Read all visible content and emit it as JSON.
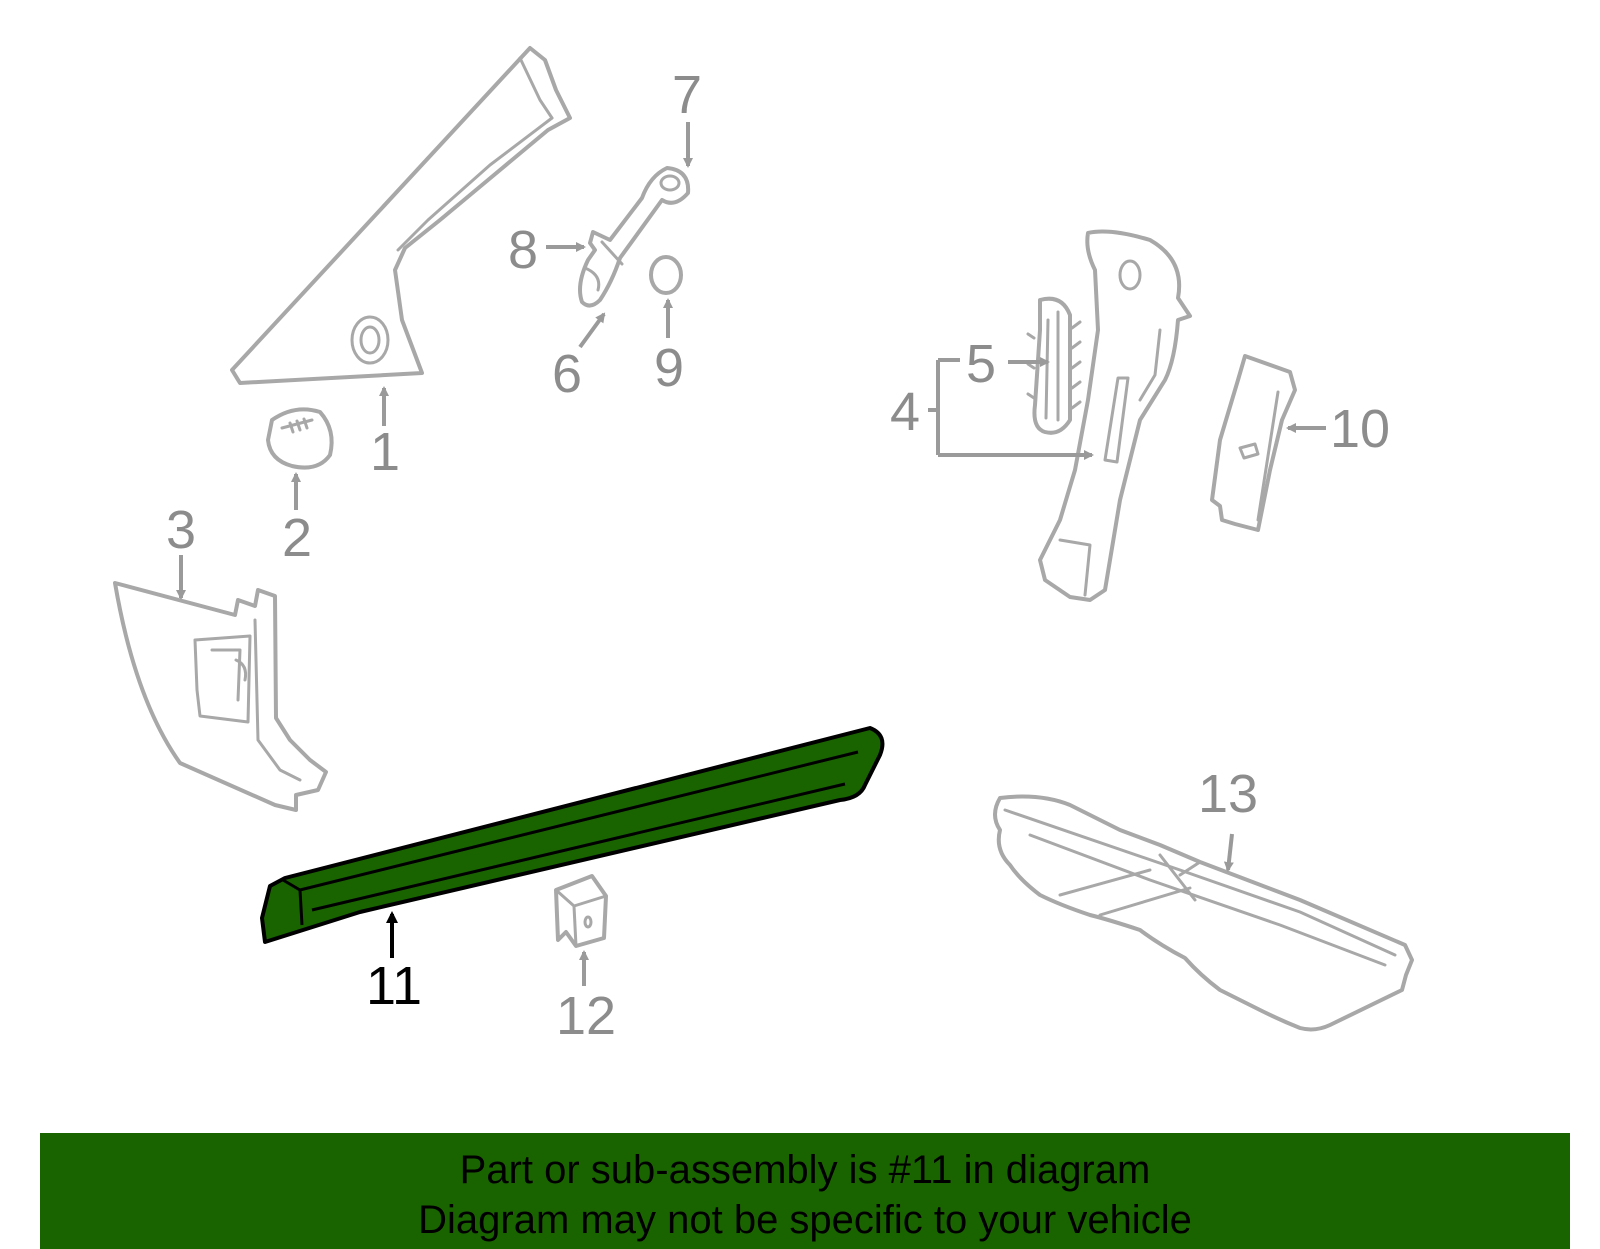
{
  "callouts": {
    "c1": "1",
    "c2": "2",
    "c3": "3",
    "c4": "4",
    "c5": "5",
    "c6": "6",
    "c7": "7",
    "c8": "8",
    "c9": "9",
    "c10": "10",
    "c11": "11",
    "c12": "12",
    "c13": "13"
  },
  "highlight": {
    "part_number": "11",
    "color": "#1a6400"
  },
  "banner": {
    "line1": "Part or sub-assembly is #11 in diagram",
    "line2": "Diagram may not be specific to your vehicle",
    "background": "#1a6400"
  }
}
